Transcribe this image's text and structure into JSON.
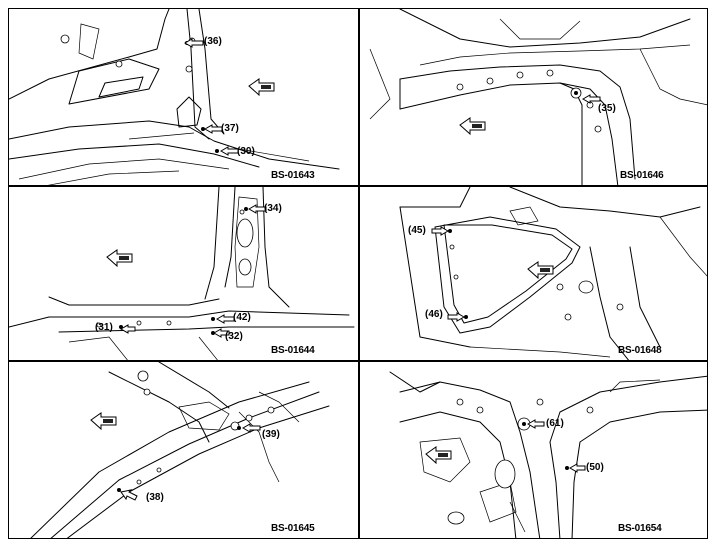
{
  "panels": [
    {
      "figure": "BS-01643",
      "callouts": [
        "(36)",
        "(37)",
        "(30)"
      ]
    },
    {
      "figure": "BS-01646",
      "callouts": [
        "(35)"
      ]
    },
    {
      "figure": "BS-01644",
      "callouts": [
        "(34)",
        "(31)",
        "(42)",
        "(32)"
      ]
    },
    {
      "figure": "BS-01648",
      "callouts": [
        "(45)",
        "(46)"
      ]
    },
    {
      "figure": "BS-01645",
      "callouts": [
        "(39)",
        "(38)"
      ]
    },
    {
      "figure": "BS-01654",
      "callouts": [
        "(61)",
        "(50)"
      ]
    }
  ]
}
